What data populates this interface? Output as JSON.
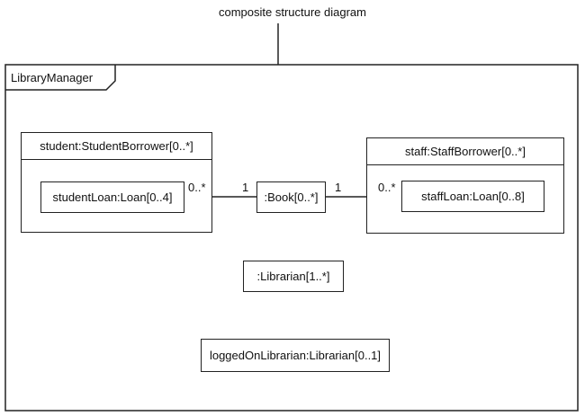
{
  "caption": "composite structure diagram",
  "frame": {
    "name": "LibraryManager"
  },
  "parts": {
    "student": {
      "label": "student:StudentBorrower[0..*]",
      "inner": "studentLoan:Loan[0..4]"
    },
    "staff": {
      "label": "staff:StaffBorrower[0..*]",
      "inner": "staffLoan:Loan[0..8]"
    },
    "book": {
      "label": ":Book[0..*]"
    },
    "librarian": {
      "label": ":Librarian[1..*]"
    },
    "logged_on_librarian": {
      "label": "loggedOnLibrarian:Librarian[0..1]"
    }
  },
  "connectors": {
    "left": {
      "loan_end": "0..*",
      "book_end": "1"
    },
    "right": {
      "book_end": "1",
      "loan_end": "0..*"
    }
  }
}
